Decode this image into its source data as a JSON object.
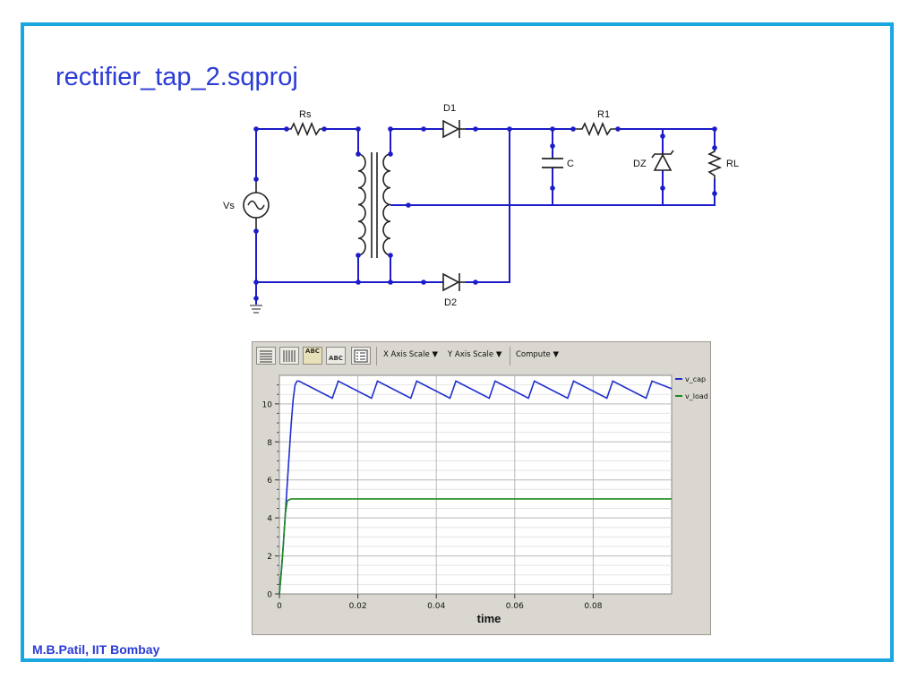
{
  "slide": {
    "title": "rectifier_tap_2.sqproj",
    "footer": "M.B.Patil, IIT Bombay",
    "accent_color": "#1aa7e0",
    "title_color": "#2b3bd6"
  },
  "circuit": {
    "labels": {
      "rs": "Rs",
      "vs": "Vs",
      "d1": "D1",
      "d2": "D2",
      "r1": "R1",
      "c": "C",
      "dz": "DZ",
      "rl": "RL"
    },
    "wire_color": "#1c1cc8",
    "icons": [
      "ac-source-icon",
      "resistor-icon",
      "transformer-icon",
      "diode-icon",
      "capacitor-icon",
      "zener-icon",
      "ground-icon"
    ]
  },
  "plot_window": {
    "toolbar": {
      "buttons": [
        {
          "name": "horizontal-grid-icon"
        },
        {
          "name": "vertical-grid-icon"
        },
        {
          "name": "abc-label-icon",
          "text": "ABC"
        },
        {
          "name": "abc-bars-icon",
          "text": "ABC"
        },
        {
          "name": "legend-list-icon"
        }
      ],
      "menus": [
        {
          "label": "X Axis Scale",
          "icon": "dropdown-arrow-icon"
        },
        {
          "label": "Y Axis Scale",
          "icon": "dropdown-arrow-icon"
        },
        {
          "label": "Compute",
          "icon": "dropdown-arrow-icon"
        }
      ]
    }
  },
  "chart_data": {
    "type": "line",
    "xlabel": "time",
    "ylabel": "",
    "xlim": [
      0,
      0.1
    ],
    "ylim": [
      0,
      11.5
    ],
    "x_ticks": [
      0,
      0.02,
      0.04,
      0.06,
      0.08
    ],
    "x_tick_labels": [
      "0",
      "0.02",
      "0.04",
      "0.06",
      "0.08"
    ],
    "y_ticks": [
      0,
      2,
      4,
      6,
      8,
      10
    ],
    "y_tick_labels": [
      "0",
      "2",
      "4",
      "6",
      "8",
      "10"
    ],
    "grid": true,
    "legend": "right",
    "series": [
      {
        "name": "v_cap",
        "color": "#1f2fcf",
        "x": [
          0,
          0.0005,
          0.001,
          0.0015,
          0.002,
          0.0025,
          0.003,
          0.0035,
          0.004,
          0.0045,
          0.005,
          0.0135,
          0.015,
          0.0235,
          0.025,
          0.0335,
          0.035,
          0.0435,
          0.045,
          0.0535,
          0.055,
          0.0635,
          0.065,
          0.0735,
          0.075,
          0.0835,
          0.085,
          0.0935,
          0.095,
          0.1
        ],
        "y": [
          0,
          1.2,
          2.6,
          4.2,
          5.8,
          7.4,
          8.9,
          10.2,
          11.0,
          11.2,
          11.2,
          10.3,
          11.2,
          10.3,
          11.2,
          10.3,
          11.2,
          10.3,
          11.2,
          10.3,
          11.2,
          10.3,
          11.2,
          10.3,
          11.2,
          10.3,
          11.2,
          10.3,
          11.2,
          10.8
        ]
      },
      {
        "name": "v_load",
        "color": "#1f8a1f",
        "x": [
          0,
          0.0005,
          0.001,
          0.0015,
          0.002,
          0.003,
          0.01,
          0.02,
          0.03,
          0.04,
          0.05,
          0.06,
          0.07,
          0.08,
          0.09,
          0.1
        ],
        "y": [
          0,
          1.2,
          2.6,
          4.2,
          4.9,
          5.0,
          5.0,
          5.0,
          5.0,
          5.0,
          5.0,
          5.0,
          5.0,
          5.0,
          5.0,
          5.0
        ]
      }
    ]
  }
}
